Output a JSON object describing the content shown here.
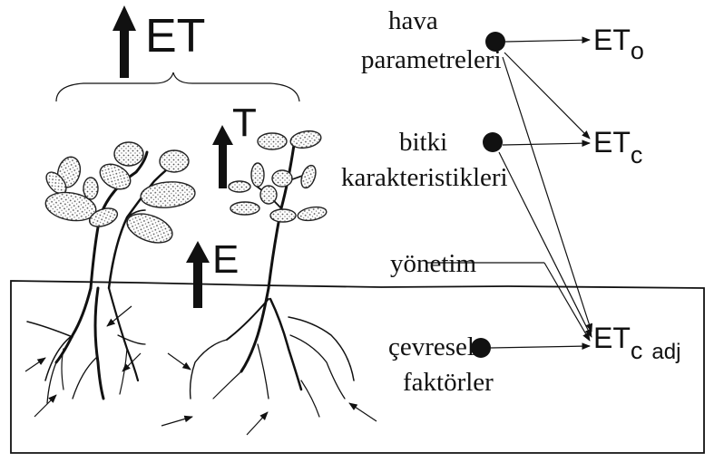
{
  "labels": {
    "et_big": "ET",
    "t": "T",
    "e": "E",
    "hava_1": "hava",
    "hava_2": "parametreleri",
    "bitki_1": "bitki",
    "bitki_2": "karakteristikleri",
    "yonetim": "yönetim",
    "cevresel_1": "çevresel",
    "cevresel_2": "faktörler",
    "eto_main": "ET",
    "eto_sub": "o",
    "etc_main": "ET",
    "etc_sub": "c",
    "etcadj_main": "ET",
    "etcadj_sub": "c",
    "etcadj_sub2": "adj"
  },
  "colors": {
    "ink": "#111111",
    "leaf_fill": "#e9e9e9",
    "background": "#ffffff"
  }
}
